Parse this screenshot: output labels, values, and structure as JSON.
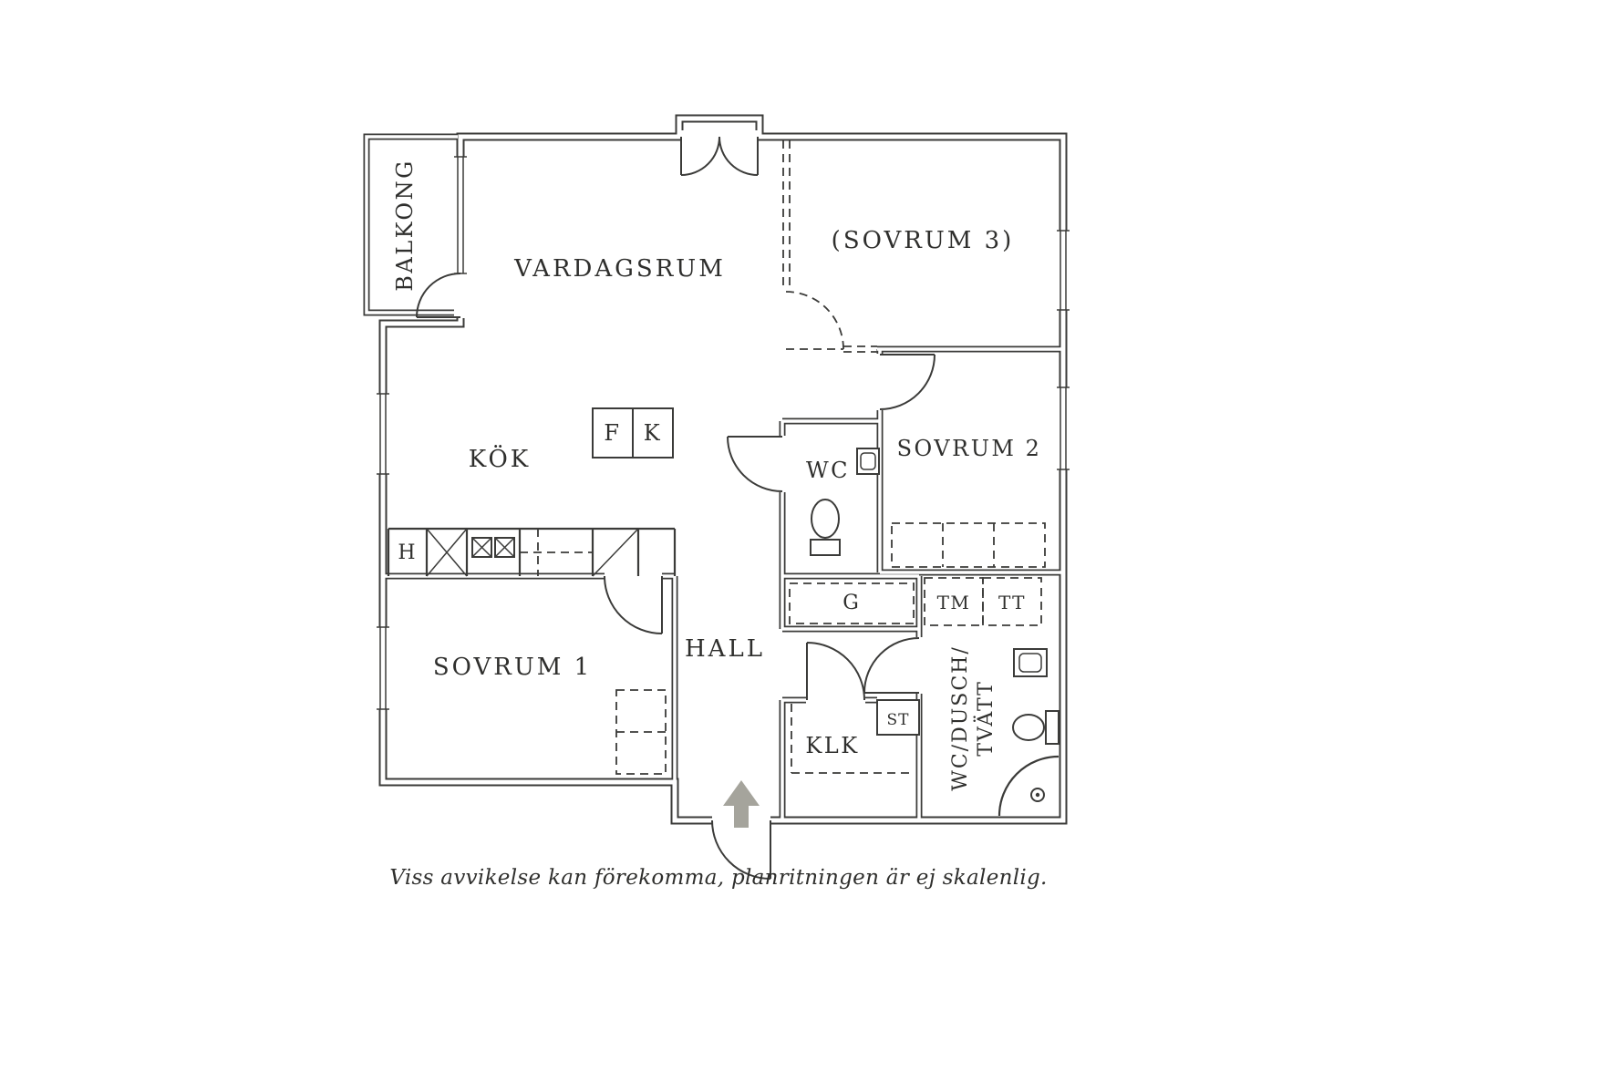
{
  "plan": {
    "rooms": {
      "balkong": "BALKONG",
      "vardagsrum": "VARDAGSRUM",
      "sovrum3": "(SOVRUM 3)",
      "kok": "KÖK",
      "wc": "WC",
      "sovrum2": "SOVRUM 2",
      "sovrum1": "SOVRUM 1",
      "hall": "HALL",
      "klk": "KLK",
      "wc_dusch_tvatt": {
        "line1": "WC/DUSCH/",
        "line2": "TVÄTT"
      }
    },
    "fixtures": {
      "f": "F",
      "k": "K",
      "h": "H",
      "g": "G",
      "tm": "TM",
      "tt": "TT",
      "st": "ST"
    },
    "colors": {
      "line": "#3b3b39",
      "text": "#2f2f2d",
      "arrow": "#a5a49c",
      "background": "#ffffff"
    }
  },
  "footer": {
    "disclaimer": "Viss avvikelse kan förekomma, planritningen är ej skalenlig."
  }
}
